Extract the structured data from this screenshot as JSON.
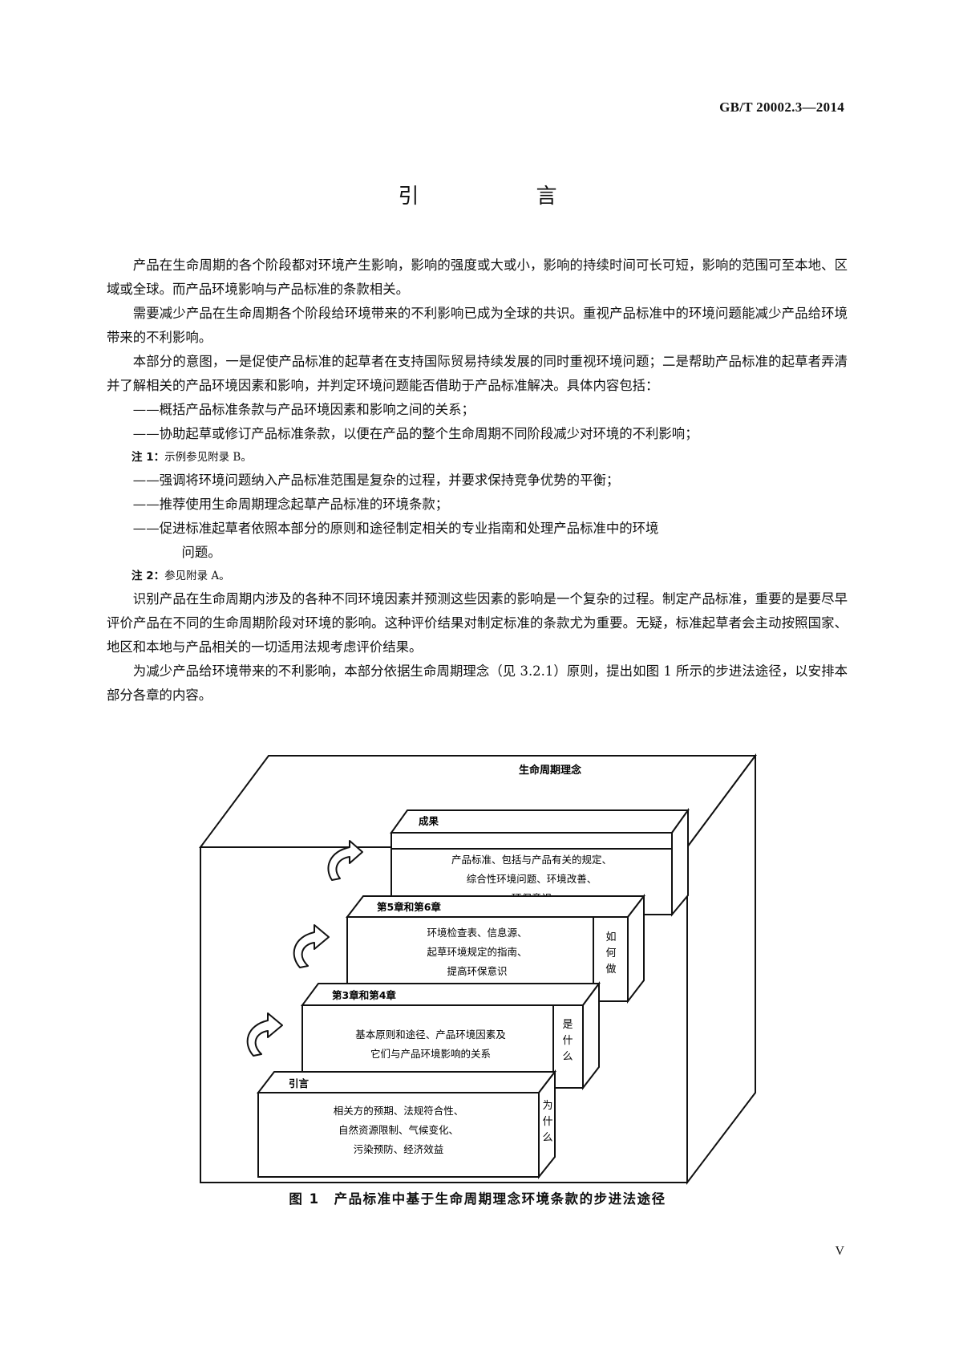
{
  "header": {
    "standard_code": "GB/T 20002.3—2014"
  },
  "title": "引　言",
  "paragraphs": {
    "p1": "产品在生命周期的各个阶段都对环境产生影响，影响的强度或大或小，影响的持续时间可长可短，影响的范围可至本地、区域或全球。而产品环境影响与产品标准的条款相关。",
    "p2": "需要减少产品在生命周期各个阶段给环境带来的不利影响已成为全球的共识。重视产品标准中的环境问题能减少产品给环境带来的不利影响。",
    "p3": "本部分的意图，一是促使产品标准的起草者在支持国际贸易持续发展的同时重视环境问题；二是帮助产品标准的起草者弄清并了解相关的产品环境因素和影响，并判定环境问题能否借助于产品标准解决。具体内容包括：",
    "d1": "——概括产品标准条款与产品环境因素和影响之间的关系；",
    "d2": "——协助起草或修订产品标准条款，以便在产品的整个生命周期不同阶段减少对环境的不利影响；",
    "n1_label": "注 1：",
    "n1_text": "示例参见附录 B。",
    "d3": "——强调将环境问题纳入产品标准范围是复杂的过程，并要求保持竞争优势的平衡；",
    "d4": "——推荐使用生命周期理念起草产品标准的环境条款；",
    "d5": "——促进标准起草者依照本部分的原则和途径制定相关的专业指南和处理产品标准中的环境",
    "d5_cont": "问题。",
    "n2_label": "注 2：",
    "n2_text": "参见附录 A。",
    "p4": "识别产品在生命周期内涉及的各种不同环境因素并预测这些因素的影响是一个复杂的过程。制定产品标准，重要的是要尽早评价产品在不同的生命周期阶段对环境的影响。这种评价结果对制定标准的条款尤为重要。无疑，标准起草者会主动按照国家、地区和本地与产品相关的一切适用法规考虑评价结果。",
    "p5": "为减少产品给环境带来的不利影响，本部分依据生命周期理念（见 3.2.1）原则，提出如图 1 所示的步进法途径，以安排本部分各章的内容。"
  },
  "figure": {
    "outer_label": "生命周期理念",
    "steps": [
      {
        "heading": "引言",
        "side": [
          "为",
          "什",
          "么"
        ],
        "lines": [
          "相关方的预期、法规符合性、",
          "自然资源限制、气候变化、",
          "污染预防、经济效益"
        ]
      },
      {
        "heading": "第3章和第4章",
        "side": [
          "是",
          "什",
          "么"
        ],
        "lines": [
          "基本原则和途径、产品环境因素及",
          "它们与产品环境影响的关系"
        ]
      },
      {
        "heading": "第5章和第6章",
        "side": [
          "如",
          "何",
          "做"
        ],
        "lines": [
          "环境检查表、信息源、",
          "起草环境规定的指南、",
          "提高环保意识"
        ]
      },
      {
        "heading": "成果",
        "side": [],
        "lines": [
          "产品标准、包括与产品有关的规定、",
          "综合性环境问题、环境改善、",
          "环保意识"
        ]
      }
    ],
    "caption": "图 1　产品标准中基于生命周期理念环境条款的步进法途径"
  },
  "footer": {
    "page_number": "V"
  }
}
